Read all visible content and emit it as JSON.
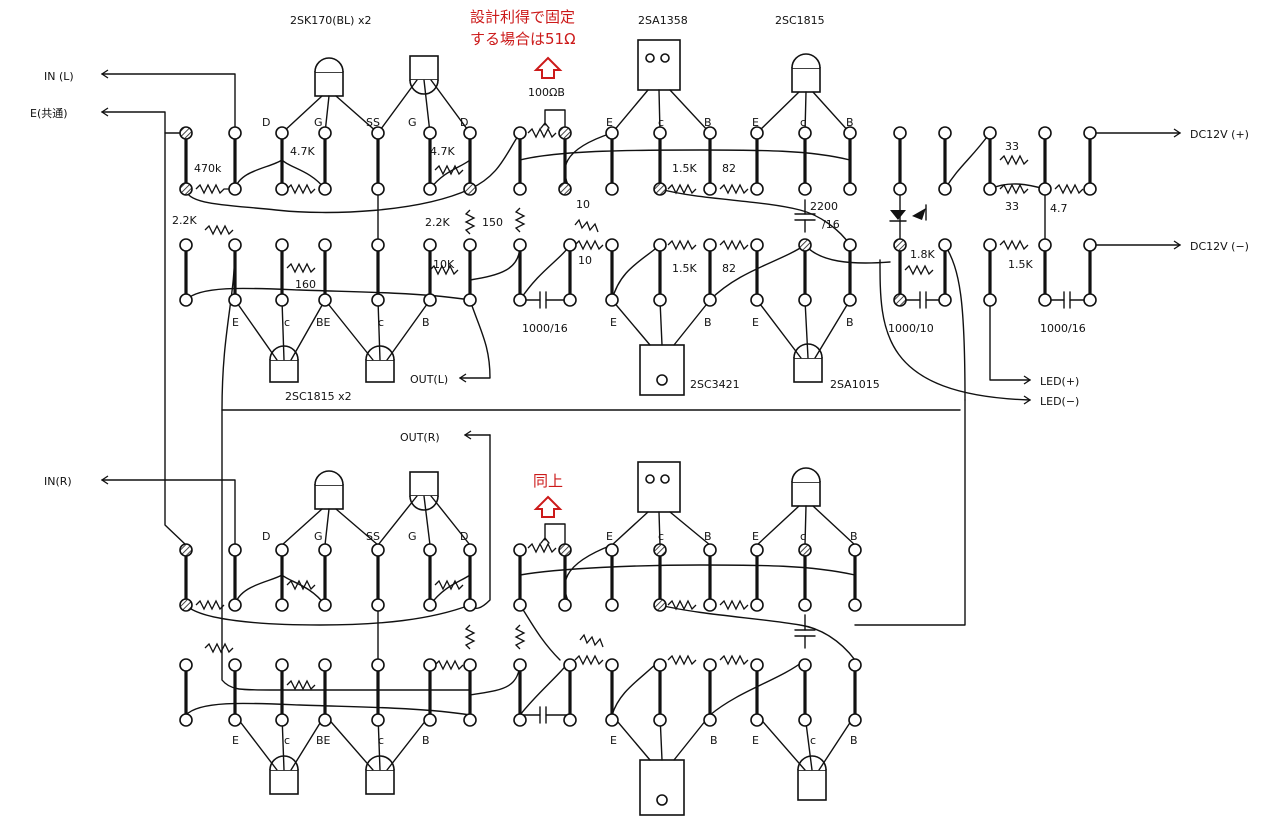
{
  "notes": {
    "top_line1": "設計利得で固定",
    "top_line2": "する場合は51Ω",
    "bottom": "同上",
    "color": "#cc1a1a"
  },
  "io": {
    "in_l": "IN (L)",
    "e_common": "E(共通)",
    "in_r": "IN(R)",
    "out_l": "OUT(L)",
    "out_r": "OUT(R)",
    "dc_pos": "DC12V (+)",
    "dc_neg": "DC12V (−)",
    "led_pos": "LED(+)",
    "led_neg": "LED(−)"
  },
  "parts": {
    "fet": "2SK170(BL) x2",
    "q_2sa1358": "2SA1358",
    "q_2sc1815": "2SC1815",
    "q_2sc1815x2": "2SC1815 x2",
    "q_2sc3421": "2SC3421",
    "q_2sa1015": "2SA1015"
  },
  "values": {
    "r470k": "470k",
    "r47k_a": "4.7K",
    "r47k_b": "4.7K",
    "r22k_a": "2.2K",
    "r22k_b": "2.2K",
    "r150": "150",
    "r10k": "10K",
    "r160": "160",
    "vr": "100ΩB",
    "r10_a": "10",
    "r10_b": "10",
    "r15k_a": "1.5K",
    "r82_a": "82",
    "r15k_b": "1.5K",
    "r82_b": "82",
    "c2200": "2200",
    "c2200v": "/16",
    "r18k": "1.8K",
    "r33_a": "33",
    "r33_b": "33",
    "r47": "4.7",
    "r15k_c": "1.5K",
    "c1000_16_a": "1000/16",
    "c1000_10": "1000/10",
    "c1000_16_b": "1000/16"
  },
  "pins": {
    "d": "D",
    "g": "G",
    "ss": "SS",
    "e": "E",
    "c": "c",
    "b": "B",
    "be": "BE"
  }
}
